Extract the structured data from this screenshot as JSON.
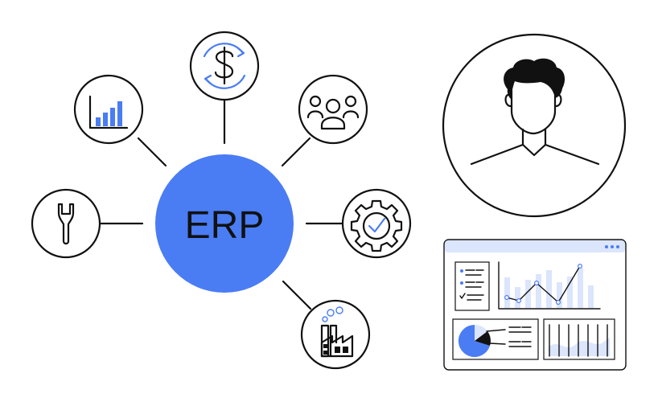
{
  "hub": {
    "label": "ERP"
  },
  "modules": [
    {
      "name": "finance",
      "icon": "dollar-sync-icon"
    },
    {
      "name": "team",
      "icon": "people-group-icon"
    },
    {
      "name": "automation",
      "icon": "gear-check-icon"
    },
    {
      "name": "manufacturing",
      "icon": "factory-icon"
    },
    {
      "name": "maintenance",
      "icon": "wrench-icon"
    },
    {
      "name": "analytics",
      "icon": "bar-chart-icon"
    }
  ],
  "user": {
    "icon": "user-avatar-icon"
  },
  "dashboard": {
    "icon": "dashboard-window-icon"
  },
  "colors": {
    "accent": "#4a7cf4",
    "accent_light": "#dbe5fc",
    "stroke": "#111111",
    "background": "#ffffff"
  }
}
